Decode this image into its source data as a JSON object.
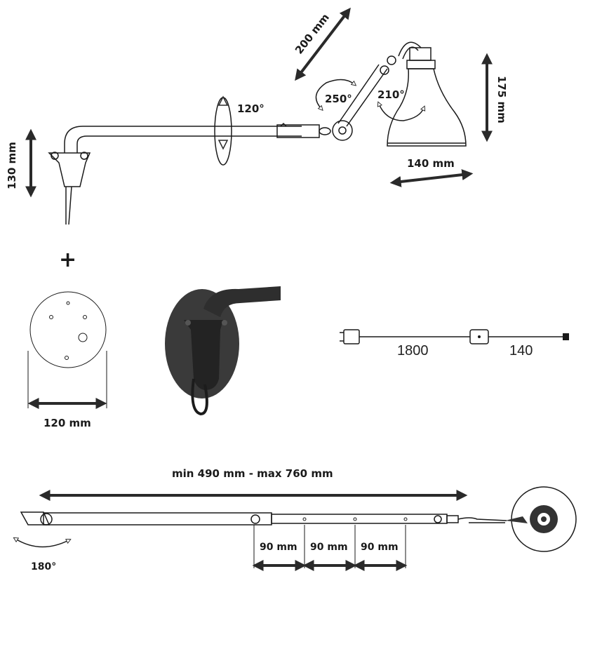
{
  "dimensions": {
    "arm_height": "130 mm",
    "arm_rotation": "120°",
    "joint_rotation": "250°",
    "upper_arm_length": "200 mm",
    "shade_rotation": "210°",
    "shade_height": "175 mm",
    "shade_diameter": "140 mm",
    "plate_diameter": "120 mm",
    "reach": "min 490 mm - max 760 mm",
    "step_1": "90 mm",
    "step_2": "90 mm",
    "step_3": "90 mm",
    "base_rotation": "180°"
  },
  "plus_sign": "+",
  "cable": {
    "length_to_switch": "1800",
    "switch_to_lamp": "140"
  },
  "colors": {
    "ink": "#1a1a1a",
    "arrow": "#2a2a2a",
    "plate_dark": "#3a3a3a"
  }
}
